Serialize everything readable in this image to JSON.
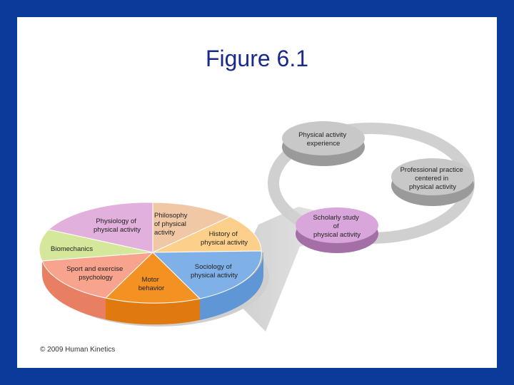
{
  "title": "Figure 6.1",
  "copyright": "© 2009 Human Kinetics",
  "cycle": {
    "top_node": [
      "Physical activity",
      "experience"
    ],
    "right_node": [
      "Professional practice",
      "centered in",
      "physical activity"
    ],
    "bottom_node": [
      "Scholarly study",
      "of",
      "physical activity"
    ]
  },
  "pie": {
    "physiology": [
      "Physiology of",
      "physical activity"
    ],
    "philosophy": [
      "Philosophy",
      "of physical",
      "activity"
    ],
    "history": [
      "History of",
      "physical activity"
    ],
    "biomechanics": [
      "Biomechanics"
    ],
    "sport_psych": [
      "Sport and exercise",
      "psychology"
    ],
    "motor": [
      "Motor",
      "behavior"
    ],
    "sociology": [
      "Sociology of",
      "physical activity"
    ]
  },
  "colors": {
    "background": "#0a3a9a",
    "title": "#1a2a8c",
    "physiology": "#e2b0dc",
    "philosophy": "#f1c8a6",
    "history": "#fcd08a",
    "biomechanics": "#d5e79a",
    "sport_psych": "#f7a38e",
    "motor": "#f39223",
    "sociology": "#7fb0e8",
    "gray_node": "#c8c8c8",
    "purple_node": "#d8a6da"
  }
}
